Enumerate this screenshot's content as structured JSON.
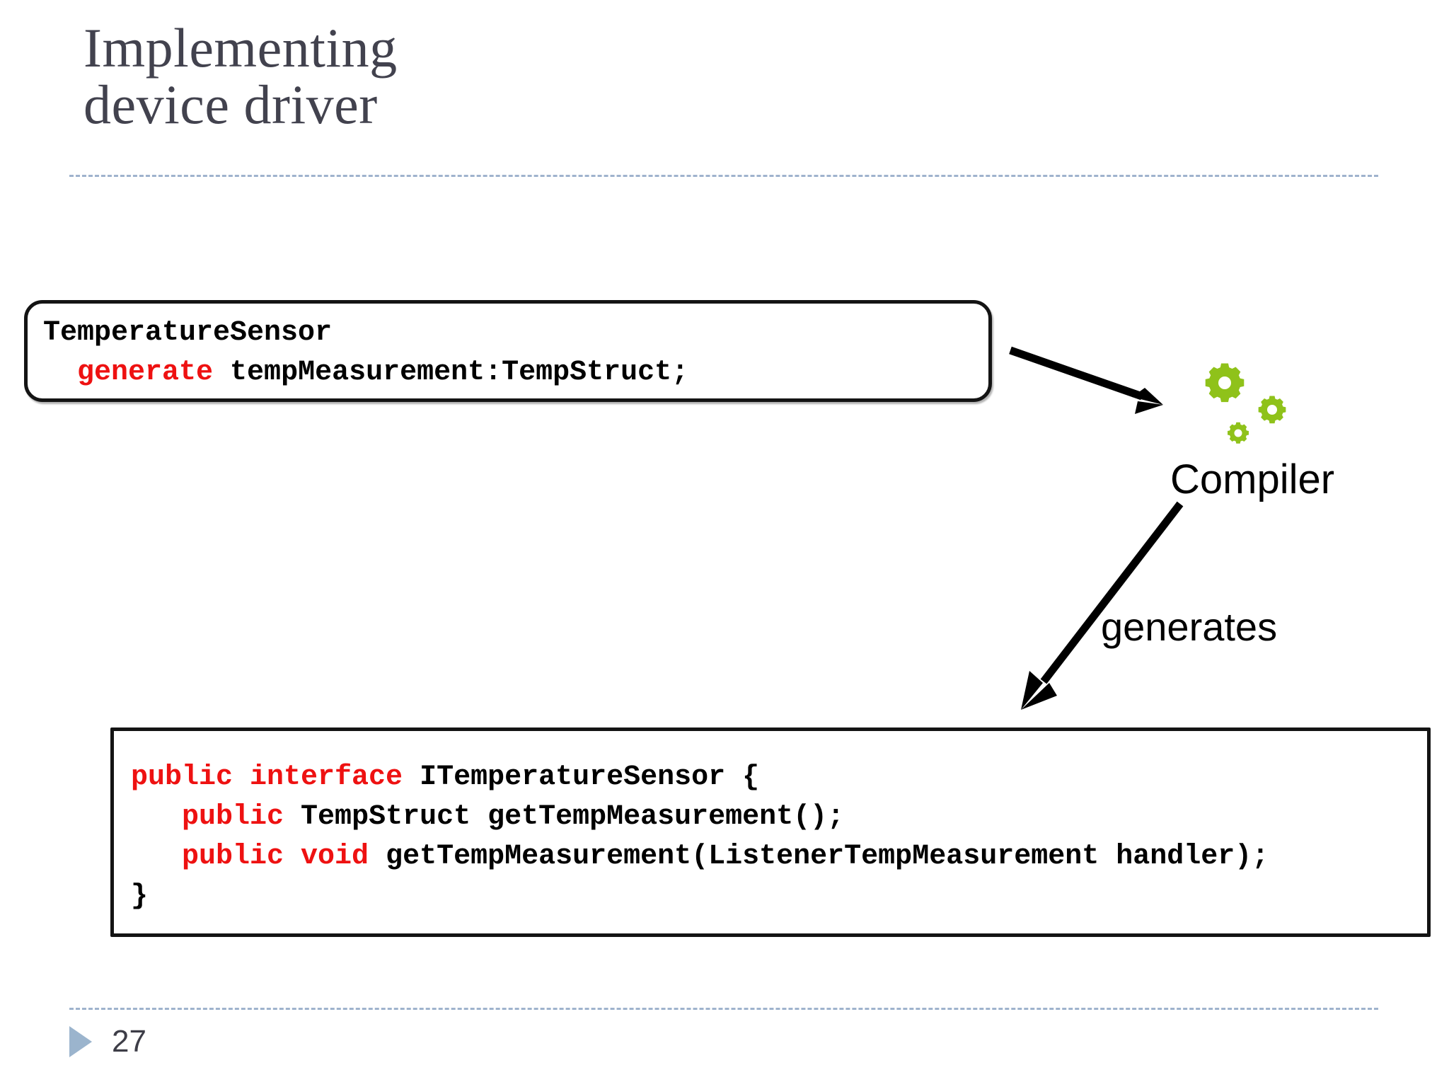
{
  "slide": {
    "title": "Implementing\ndevice driver",
    "page_number": "27",
    "title_color": "#42424e",
    "rule_color": "#9fb3cd",
    "keyword_color": "#ee1111",
    "gear_color": "#8fc21a"
  },
  "code_box_1": {
    "name": "TemperatureSensor declaration",
    "line1": {
      "text": "TemperatureSensor"
    },
    "line2": {
      "indent": "  ",
      "keyword": "generate",
      "rest": " tempMeasurement:TempStruct;"
    }
  },
  "code_box_2": {
    "name": "Generated Java interface",
    "line1": {
      "keyword": "public interface",
      "rest": " ITemperatureSensor {"
    },
    "line2": {
      "indent": "   ",
      "keyword": "public",
      "rest": " TempStruct getTempMeasurement();"
    },
    "line3": {
      "indent": "   ",
      "keyword": "public void",
      "rest": " getTempMeasurement(ListenerTempMeasurement handler);"
    },
    "line4": {
      "text": "}"
    }
  },
  "diagram": {
    "compiler_label": "Compiler",
    "generates_label": "generates",
    "compiler_icon": "gears-icon",
    "arrow_1": "arrow-source-to-compiler",
    "arrow_2": "arrow-compiler-to-generated"
  }
}
